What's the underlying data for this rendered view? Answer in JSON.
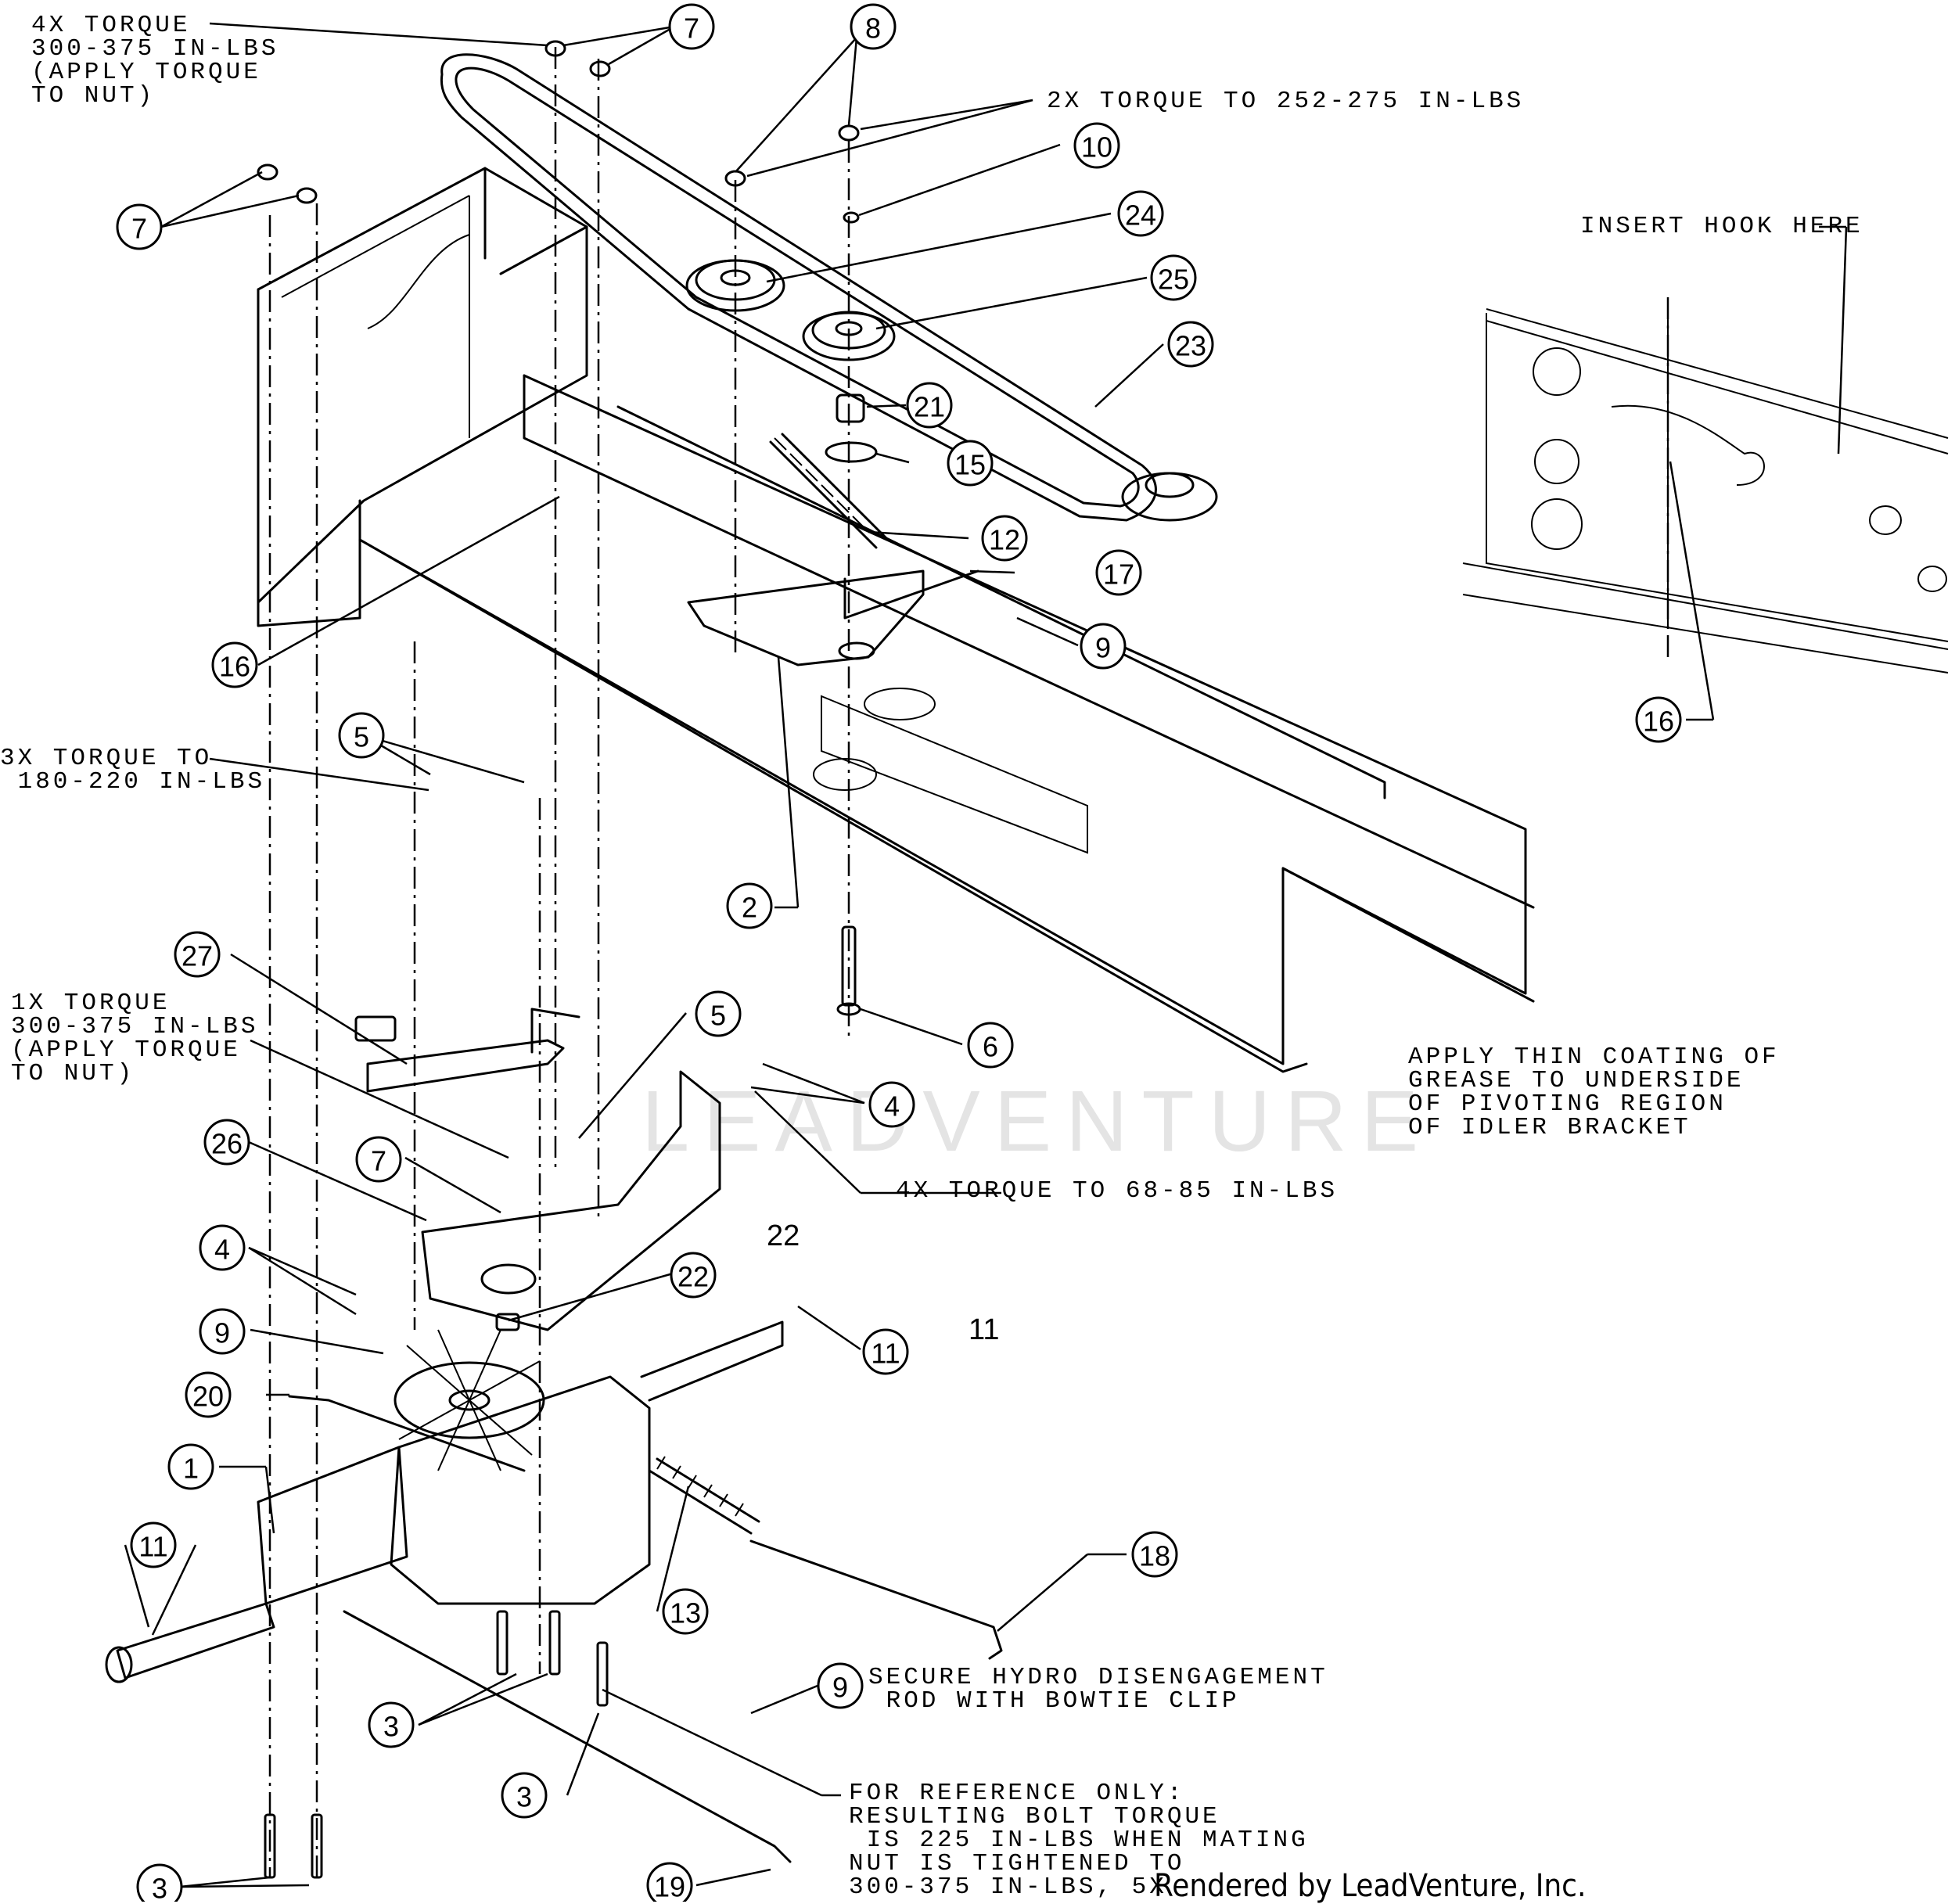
{
  "notes": {
    "torque_4x_nut": "4X TORQUE\n300-375 IN-LBS\n(APPLY TORQUE\nTO NUT)",
    "torque_2x": "2X TORQUE TO 252-275 IN-LBS",
    "insert_hook": "INSERT HOOK HERE",
    "torque_3x": "3X TORQUE TO\n 180-220 IN-LBS",
    "torque_1x_nut": "1X TORQUE\n300-375 IN-LBS\n(APPLY TORQUE\nTO NUT)",
    "grease": "APPLY THIN COATING OF\nGREASE TO UNDERSIDE\nOF PIVOTING REGION\nOF IDLER BRACKET",
    "torque_4x_68": "4X TORQUE TO 68-85 IN-LBS",
    "hydro_clip": "SECURE HYDRO DISENGAGEMENT\n ROD WITH BOWTIE CLIP",
    "reference": "FOR REFERENCE ONLY:\nRESULTING BOLT TORQUE\n IS 225 IN-LBS WHEN MATING\nNUT IS TIGHTENED TO\n300-375 IN-LBS, 5X"
  },
  "credit": "Rendered by LeadVenture, Inc.",
  "watermark": "LEADVENTURE",
  "floating_numbers": {
    "n22": "22",
    "n11": "11"
  },
  "callouts": [
    {
      "id": "c7a",
      "label": "7"
    },
    {
      "id": "c8",
      "label": "8"
    },
    {
      "id": "c10",
      "label": "10"
    },
    {
      "id": "c24",
      "label": "24"
    },
    {
      "id": "c25",
      "label": "25"
    },
    {
      "id": "c23",
      "label": "23"
    },
    {
      "id": "c21",
      "label": "21"
    },
    {
      "id": "c15",
      "label": "15"
    },
    {
      "id": "c12",
      "label": "12"
    },
    {
      "id": "c17",
      "label": "17"
    },
    {
      "id": "c9a",
      "label": "9"
    },
    {
      "id": "c7b",
      "label": "7"
    },
    {
      "id": "c16a",
      "label": "16"
    },
    {
      "id": "c16b",
      "label": "16"
    },
    {
      "id": "c5a",
      "label": "5"
    },
    {
      "id": "c2",
      "label": "2"
    },
    {
      "id": "c6",
      "label": "6"
    },
    {
      "id": "c27",
      "label": "27"
    },
    {
      "id": "c5b",
      "label": "5"
    },
    {
      "id": "c4a",
      "label": "4"
    },
    {
      "id": "c26",
      "label": "26"
    },
    {
      "id": "c7c",
      "label": "7"
    },
    {
      "id": "c4b",
      "label": "4"
    },
    {
      "id": "c22",
      "label": "22"
    },
    {
      "id": "c11a",
      "label": "11"
    },
    {
      "id": "c9b",
      "label": "9"
    },
    {
      "id": "c20",
      "label": "20"
    },
    {
      "id": "c1",
      "label": "1"
    },
    {
      "id": "c11b",
      "label": "11"
    },
    {
      "id": "c18",
      "label": "18"
    },
    {
      "id": "c13",
      "label": "13"
    },
    {
      "id": "c9c",
      "label": "9"
    },
    {
      "id": "c3a",
      "label": "3"
    },
    {
      "id": "c3b",
      "label": "3"
    },
    {
      "id": "c19",
      "label": "19"
    },
    {
      "id": "c3c",
      "label": "3"
    }
  ]
}
